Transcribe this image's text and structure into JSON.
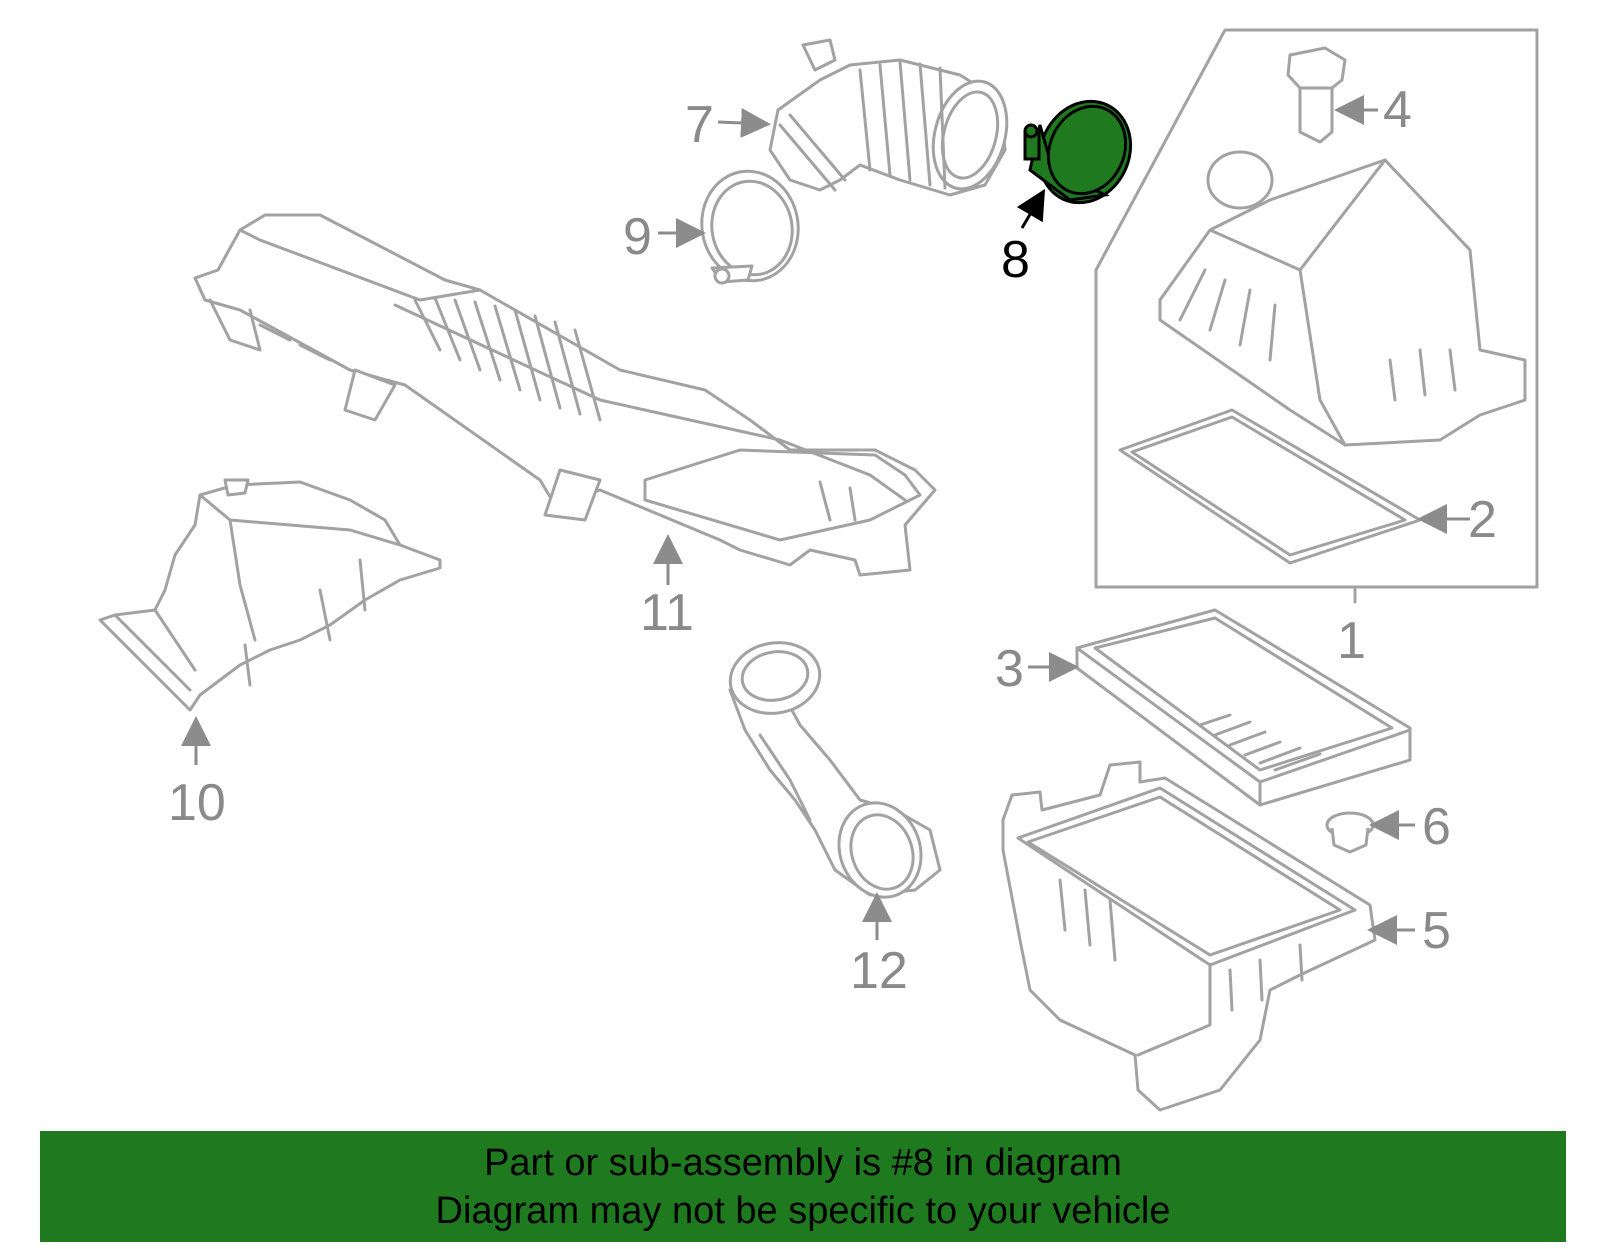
{
  "diagram": {
    "highlight_color": "#1f7a1f",
    "highlighted_part": "8",
    "callouts": [
      "1",
      "2",
      "3",
      "4",
      "5",
      "6",
      "7",
      "8",
      "9",
      "10",
      "11",
      "12"
    ]
  },
  "caption": {
    "line1": "Part or sub-assembly is #8 in diagram",
    "line2": "Diagram may not be specific to your vehicle"
  }
}
